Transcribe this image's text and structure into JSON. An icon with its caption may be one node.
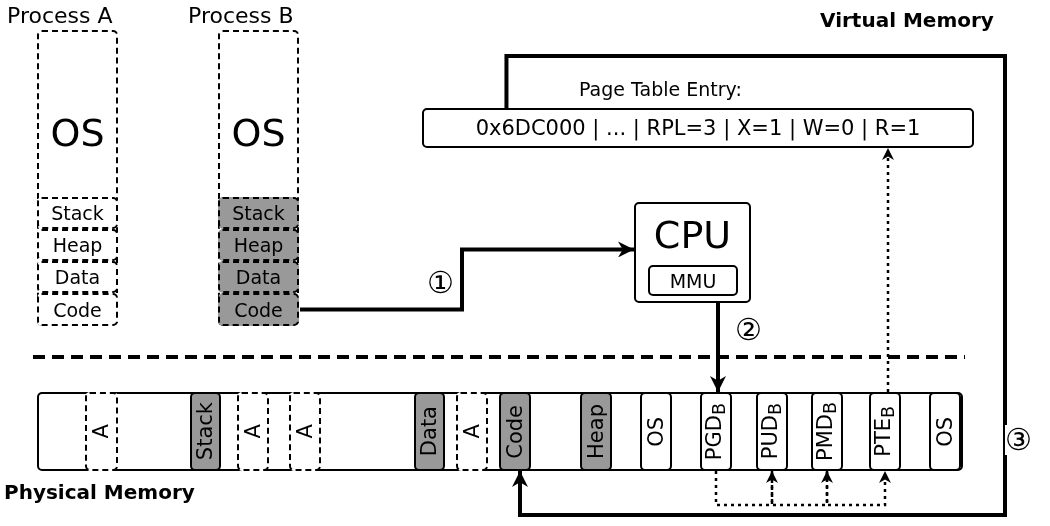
{
  "diagram": {
    "nodes": [
      {
        "text": [
          "Process A",
          "OS"
        ]
      },
      {
        "text": [
          "Stack"
        ],
        "in": 0
      },
      {
        "text": [
          "Heap"
        ],
        "in": 0
      },
      {
        "text": [
          "Data"
        ],
        "in": 0
      },
      {
        "text": [
          "Code"
        ],
        "in": 0
      },
      {
        "text": [
          "Process B",
          "OS"
        ]
      },
      {
        "text": [
          "Stack"
        ],
        "in": 5
      },
      {
        "text": [
          "Heap"
        ],
        "in": 5
      },
      {
        "text": [
          "Data"
        ],
        "in": 5
      },
      {
        "text": [
          "Code"
        ],
        "in": 5
      },
      {
        "text": [
          "Page Table Entry:",
          "0x6DC000 | ... | RPL=3 | X=1 | W=0 | R=1"
        ]
      },
      {
        "text": [
          "CPU"
        ]
      },
      {
        "text": [
          "MMU"
        ],
        "in": 11
      },
      {
        "text": [
          "Physical Memory"
        ]
      },
      {
        "text": [
          "A"
        ],
        "in": 13
      },
      {
        "text": [
          "Stack"
        ],
        "in": 13
      },
      {
        "text": [
          "A"
        ],
        "in": 13
      },
      {
        "text": [
          "A"
        ],
        "in": 13
      },
      {
        "text": [
          "Data"
        ],
        "in": 13
      },
      {
        "text": [
          "A"
        ],
        "in": 13
      },
      {
        "text": [
          "Code"
        ],
        "in": 13
      },
      {
        "text": [
          "Heap"
        ],
        "in": 13
      },
      {
        "text": [
          "OS"
        ],
        "in": 13
      },
      {
        "text": [
          "PGD$_{B}$"
        ],
        "in": 13
      },
      {
        "text": [
          "PUD$_{B}$"
        ],
        "in": 13
      },
      {
        "text": [
          "PMD$_{B}$"
        ],
        "in": 13
      },
      {
        "text": [
          "PTE$_{B}$"
        ],
        "in": 13
      },
      {
        "text": [
          "OS"
        ],
        "in": 13
      }
    ],
    "edges": [
      {
        "from": 9,
        "to": 11,
        "arrow": "to",
        "label": "①"
      },
      {
        "from": 11,
        "to": 23,
        "arrow": "to",
        "label": "②"
      },
      {
        "from": 10,
        "to": 20,
        "arrow": "to",
        "label": "③"
      },
      {
        "from": 23,
        "to": 24,
        "arrow": "to",
        "style": "dashed"
      },
      {
        "from": 24,
        "to": 25,
        "arrow": "to",
        "style": "dashed"
      },
      {
        "from": 25,
        "to": 26,
        "arrow": "to",
        "style": "dashed"
      },
      {
        "from": 26,
        "to": 10,
        "arrow": "to",
        "style": "dashed"
      }
    ],
    "labels": [
      "Virtual Memory"
    ]
  }
}
